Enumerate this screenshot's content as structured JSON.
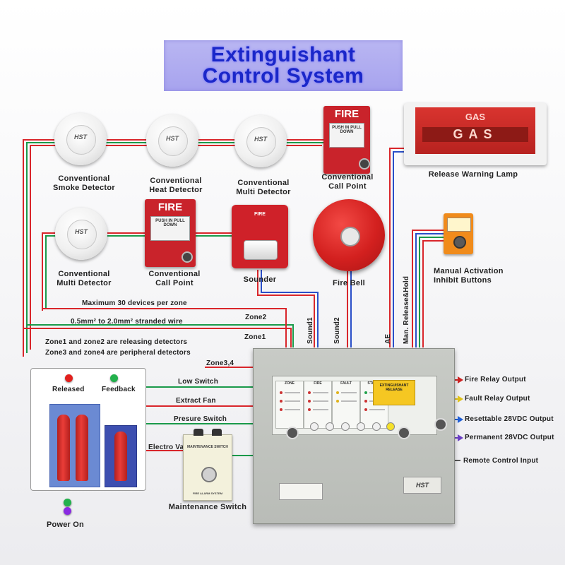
{
  "title": {
    "line1": "Extinguishant",
    "line2": "Control System"
  },
  "devices": {
    "smoke_detector": {
      "label_l1": "Conventional",
      "label_l2": "Smoke Detector",
      "brand": "HST"
    },
    "heat_detector": {
      "label_l1": "Conventional",
      "label_l2": "Heat Detector",
      "brand": "HST"
    },
    "multi_detector_top": {
      "label_l1": "Conventional",
      "label_l2": "Multi  Detector",
      "brand": "HST"
    },
    "call_point_top": {
      "label_l1": "Conventional",
      "label_l2": "Call Point",
      "fire_text": "FIRE",
      "glass_text": "PUSH IN PULL DOWN"
    },
    "release_lamp": {
      "label": "Release Warning Lamp",
      "lamp_text_top": "GAS",
      "lamp_text_main": "GAS"
    },
    "multi_detector_bottom": {
      "label_l1": "Conventional",
      "label_l2": "Multi  Detector",
      "brand": "HST"
    },
    "call_point_bottom": {
      "label_l1": "Conventional",
      "label_l2": "Call Point",
      "fire_text": "FIRE",
      "glass_text": "PUSH IN PULL DOWN"
    },
    "sounder": {
      "label": "Sounder",
      "face_text": "FIRE"
    },
    "fire_bell": {
      "label": "Fire Bell"
    },
    "manual_inhibit": {
      "label_l1": "Manual Activation",
      "label_l2": "Inhibit Buttons"
    },
    "maintenance_switch": {
      "label": "Maintenance Switch",
      "plate_top": "MAINTENANCE SWITCH",
      "plate_bottom": "FIRE ALARM SYSTEM"
    }
  },
  "notes": {
    "max_devices": "Maximum 30 devices per zone",
    "cable": "0.5mm² to 2.0mm² stranded wire",
    "zone_note1": "Zone1 and zone2 are releasing detectors",
    "zone_note2": "Zone3 and zone4 are peripheral detectors"
  },
  "wire_labels": {
    "zone2": "Zone2",
    "zone1": "Zone1",
    "zone34": "Zone3,4",
    "low_switch": "Low Switch",
    "extract_fan": "Extract Fan",
    "pressure_switch": "Presure Switch",
    "electro_valve": "Electro Valve",
    "sound1": "Sound1",
    "sound2": "Sound2",
    "ae": "AE",
    "man_release_hold": "Man. Release&Hold"
  },
  "cylinder_panel": {
    "released": "Released",
    "feedback": "Feedback",
    "power_on": "Power On"
  },
  "outputs": [
    {
      "label": "Fire Relay Output",
      "color": "#cc2222"
    },
    {
      "label": "Fault Relay Output",
      "color": "#e0c21a"
    },
    {
      "label": "Resettable 28VDC Output",
      "color": "#1f5fd6"
    },
    {
      "label": "Permanent 28VDC Output",
      "color": "#6b3fc4"
    },
    {
      "label": "Remote Control Input",
      "color": "#555555"
    }
  ],
  "control_panel": {
    "sticker": "EXTINGUISHANT RELEASE",
    "brand": "HST"
  },
  "colors": {
    "wire_red": "#d9262b",
    "wire_green": "#1a9a4a",
    "wire_blue": "#2a4fc8",
    "title_text": "#1a27c9",
    "title_bg": "#b3aff0"
  }
}
